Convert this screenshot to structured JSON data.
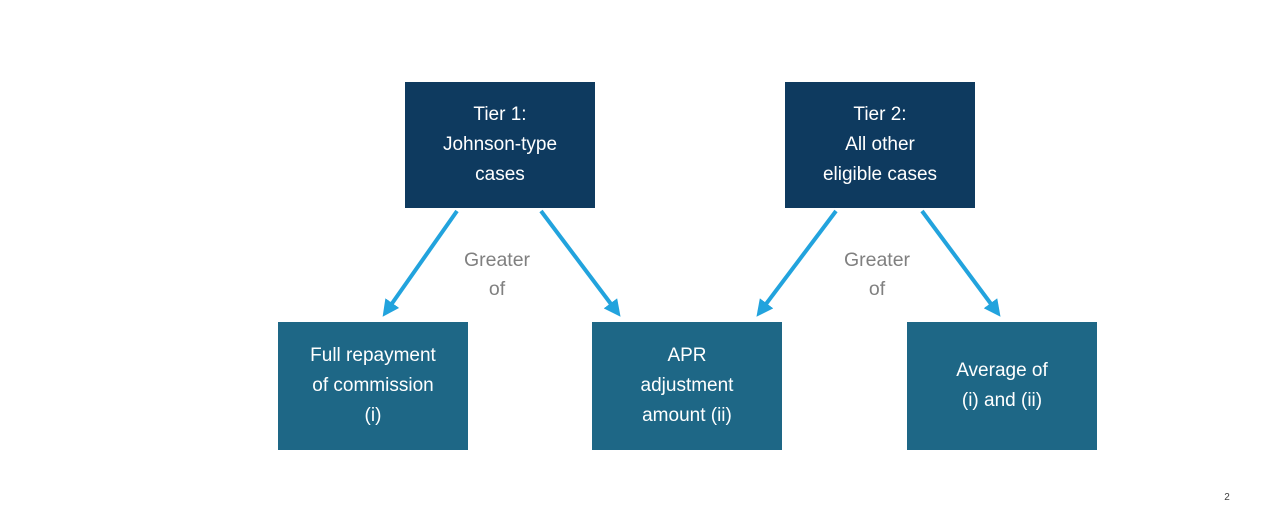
{
  "slide": {
    "page_number": "2"
  },
  "colors": {
    "tier_box_fill": "#0e3a5f",
    "outcome_box_fill": "#1e6786",
    "arrow": "#22a3dd",
    "connector_label_text": "#808080",
    "box_text": "#ffffff",
    "background": "#ffffff"
  },
  "diagram": {
    "tier_nodes": {
      "tier1": "Tier 1:\nJohnson-type\ncases",
      "tier2": "Tier 2:\nAll other\neligible cases"
    },
    "outcome_nodes": {
      "full_repayment": "Full repayment\nof commission\n(i)",
      "apr_adjustment": "APR\nadjustment\namount (ii)",
      "average": "Average of\n(i) and (ii)"
    },
    "connector_labels": {
      "greater_of_left": "Greater\nof",
      "greater_of_right": "Greater\nof"
    }
  }
}
